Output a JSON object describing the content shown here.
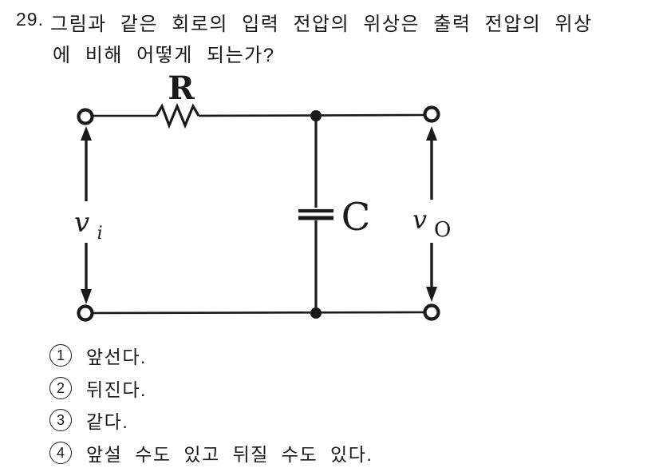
{
  "question": {
    "number": "29.",
    "line1": "그림과 같은 회로의 입력 전압의 위상은 출력 전압의 위상",
    "line2": "에 비해 어떻게 되는가?"
  },
  "circuit": {
    "resistor_label": "R",
    "capacitor_label": "C",
    "input_label": "v",
    "input_sub": "i",
    "output_label": "v",
    "output_sub": "O"
  },
  "choices": [
    {
      "num": "1",
      "text": "앞선다."
    },
    {
      "num": "2",
      "text": "뒤진다."
    },
    {
      "num": "3",
      "text": "같다."
    },
    {
      "num": "4",
      "text": "앞설 수도 있고 뒤질 수도 있다."
    }
  ],
  "colors": {
    "ink": "#1a1a1a",
    "paper": "#ffffff"
  }
}
